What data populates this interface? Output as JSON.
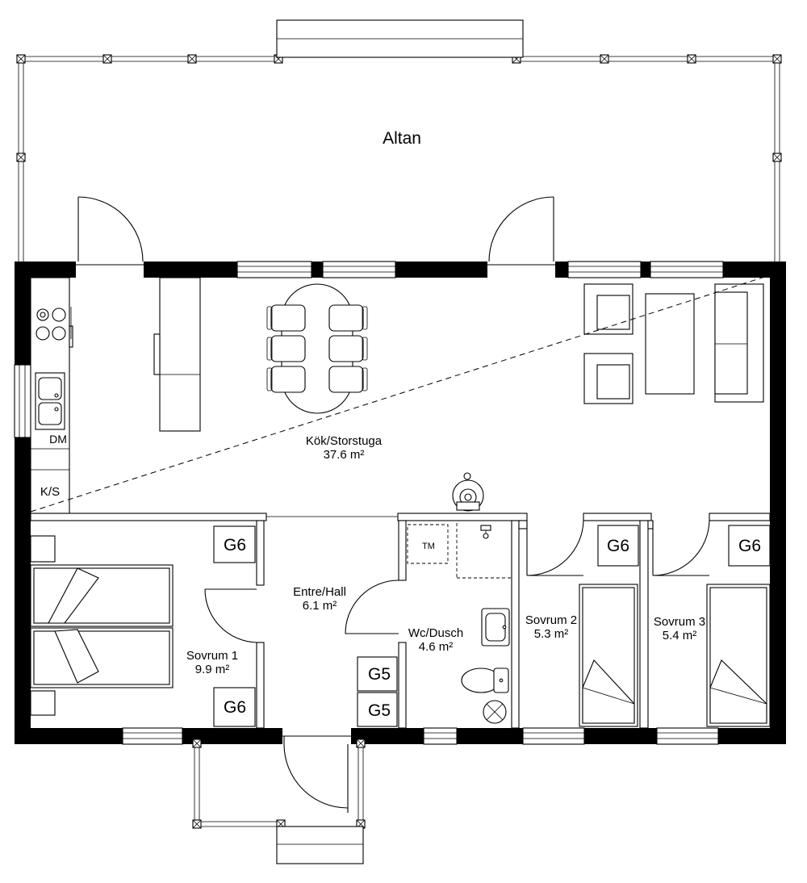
{
  "rooms": {
    "altan": {
      "name": "Altan"
    },
    "kok": {
      "name": "Kök/Storstuga",
      "area": "37.6 m²"
    },
    "entre": {
      "name": "Entre/Hall",
      "area": "6.1 m²"
    },
    "wc": {
      "name": "Wc/Dusch",
      "area": "4.6 m²"
    },
    "sovrum1": {
      "name": "Sovrum 1",
      "area": "9.9 m²"
    },
    "sovrum2": {
      "name": "Sovrum 2",
      "area": "5.3 m²"
    },
    "sovrum3": {
      "name": "Sovrum 3",
      "area": "5.4 m²"
    }
  },
  "fixtures": {
    "dishwasher": "DM",
    "fridge_freezer": "K/S",
    "washing_machine": "TM",
    "wardrobe_g6": "G6",
    "wardrobe_g5": "G5"
  }
}
